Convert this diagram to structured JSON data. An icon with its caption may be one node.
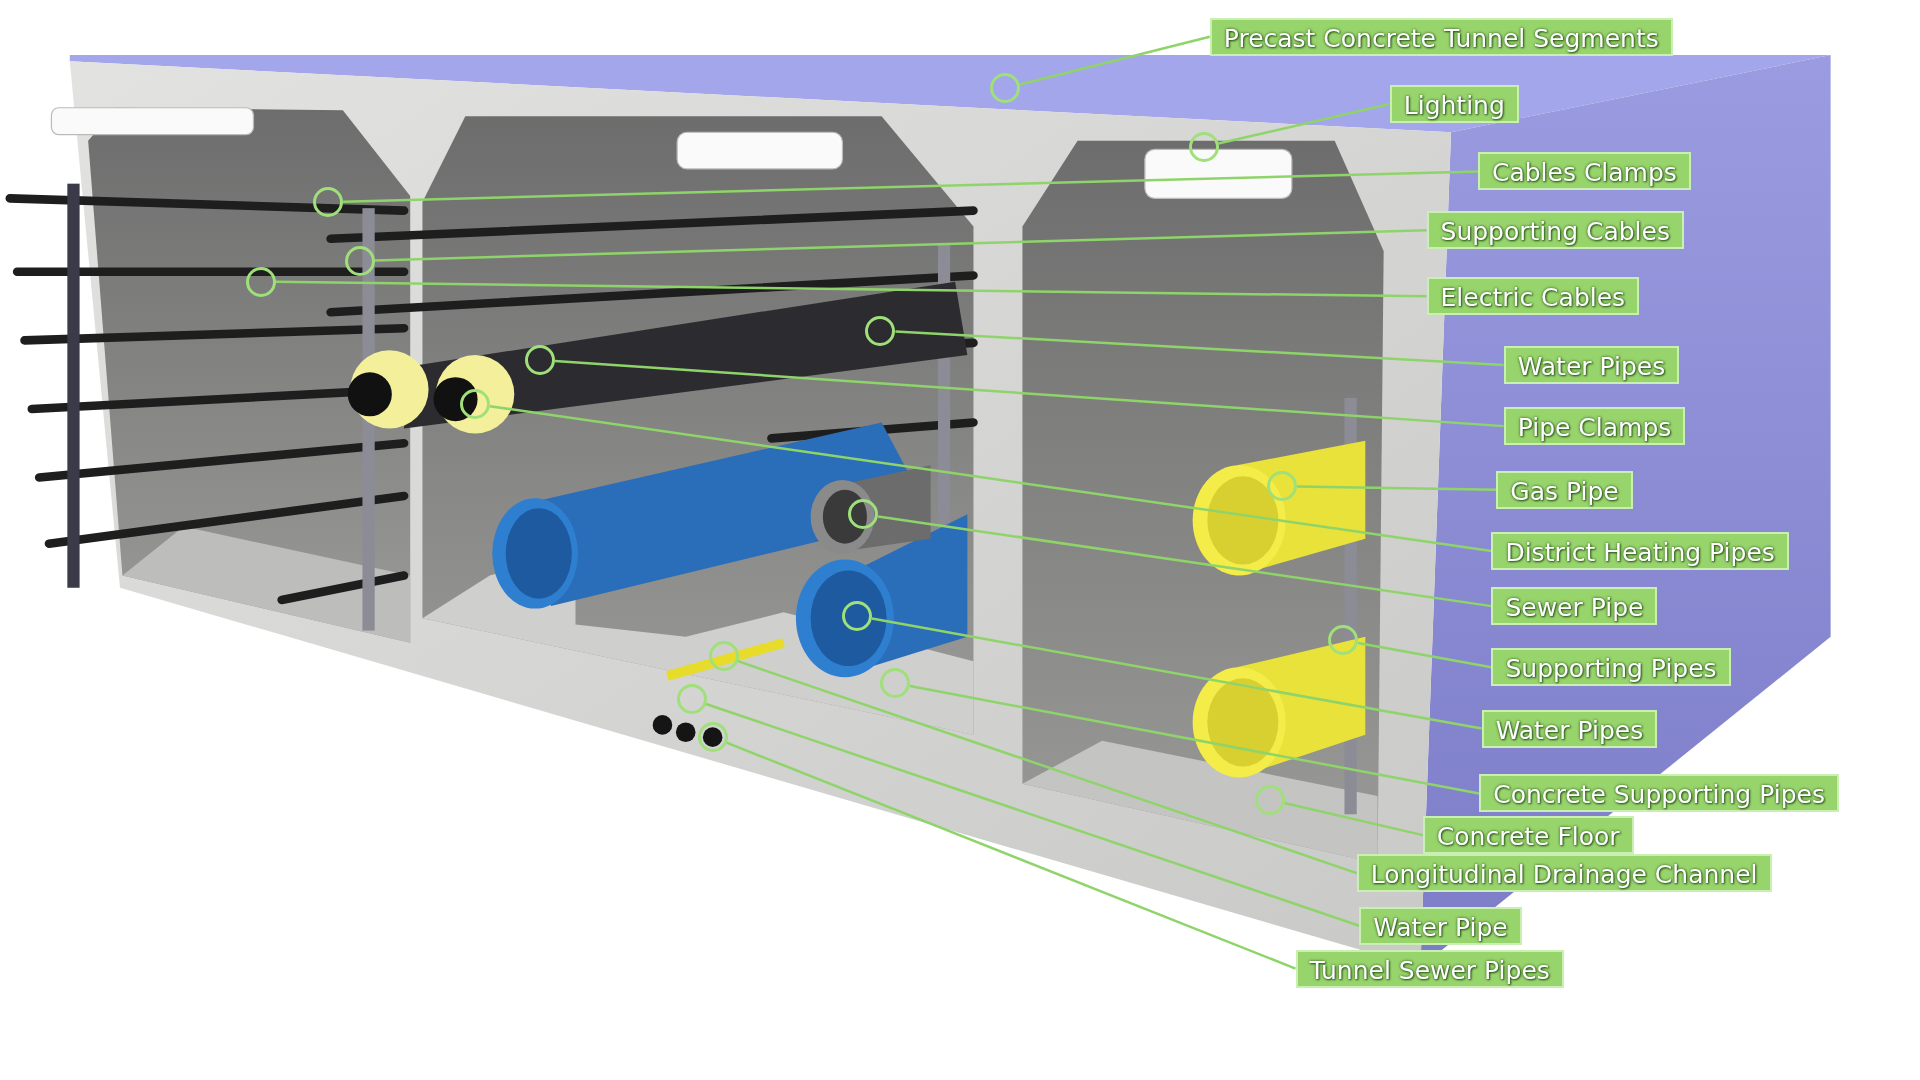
{
  "diagram": {
    "nodes": [
      {
        "text": [
          "Precast Concrete Tunnel Segments"
        ]
      },
      {
        "text": [
          "Lighting"
        ]
      },
      {
        "text": [
          "Cables Clamps"
        ]
      },
      {
        "text": [
          "Supporting Cables"
        ]
      },
      {
        "text": [
          "Electric Cables"
        ]
      },
      {
        "text": [
          "Water Pipes"
        ]
      },
      {
        "text": [
          "Pipe Clamps"
        ]
      },
      {
        "text": [
          "Gas Pipe"
        ]
      },
      {
        "text": [
          "District Heating Pipes"
        ]
      },
      {
        "text": [
          "Sewer Pipe"
        ]
      },
      {
        "text": [
          "Supporting Pipes"
        ]
      },
      {
        "text": [
          "Water Pipes"
        ]
      },
      {
        "text": [
          "Concrete Supporting Pipes"
        ]
      },
      {
        "text": [
          "Concrete Floor"
        ]
      },
      {
        "text": [
          "Longitudinal Drainage Channel"
        ]
      },
      {
        "text": [
          "Water Pipe"
        ]
      },
      {
        "text": [
          "Tunnel Sewer Pipes"
        ]
      },
      {
        "text": [],
        "shape": "circle"
      },
      {
        "text": [],
        "shape": "circle"
      },
      {
        "text": [],
        "shape": "circle"
      },
      {
        "text": [],
        "shape": "circle"
      },
      {
        "text": [],
        "shape": "circle"
      },
      {
        "text": [],
        "shape": "circle"
      },
      {
        "text": [],
        "shape": "circle"
      },
      {
        "text": [],
        "shape": "circle"
      },
      {
        "text": [],
        "shape": "circle"
      },
      {
        "text": [],
        "shape": "circle"
      },
      {
        "text": [],
        "shape": "circle"
      },
      {
        "text": [],
        "shape": "circle"
      },
      {
        "text": [],
        "shape": "circle"
      },
      {
        "text": [],
        "shape": "circle"
      },
      {
        "text": [],
        "shape": "circle"
      },
      {
        "text": [],
        "shape": "circle"
      },
      {
        "text": [],
        "shape": "circle"
      }
    ],
    "edges": [
      {
        "from": 0,
        "to": 17,
        "arrow": "none"
      },
      {
        "from": 1,
        "to": 18,
        "arrow": "none"
      },
      {
        "from": 2,
        "to": 19,
        "arrow": "none"
      },
      {
        "from": 3,
        "to": 20,
        "arrow": "none"
      },
      {
        "from": 4,
        "to": 21,
        "arrow": "none"
      },
      {
        "from": 5,
        "to": 22,
        "arrow": "none"
      },
      {
        "from": 6,
        "to": 23,
        "arrow": "none"
      },
      {
        "from": 7,
        "to": 24,
        "arrow": "none"
      },
      {
        "from": 8,
        "to": 25,
        "arrow": "none"
      },
      {
        "from": 9,
        "to": 26,
        "arrow": "none"
      },
      {
        "from": 10,
        "to": 27,
        "arrow": "none"
      },
      {
        "from": 11,
        "to": 28,
        "arrow": "none"
      },
      {
        "from": 12,
        "to": 29,
        "arrow": "none"
      },
      {
        "from": 13,
        "to": 30,
        "arrow": "none"
      },
      {
        "from": 14,
        "to": 31,
        "arrow": "none"
      },
      {
        "from": 15,
        "to": 32,
        "arrow": "none"
      },
      {
        "from": 16,
        "to": 33,
        "arrow": "none"
      }
    ]
  }
}
